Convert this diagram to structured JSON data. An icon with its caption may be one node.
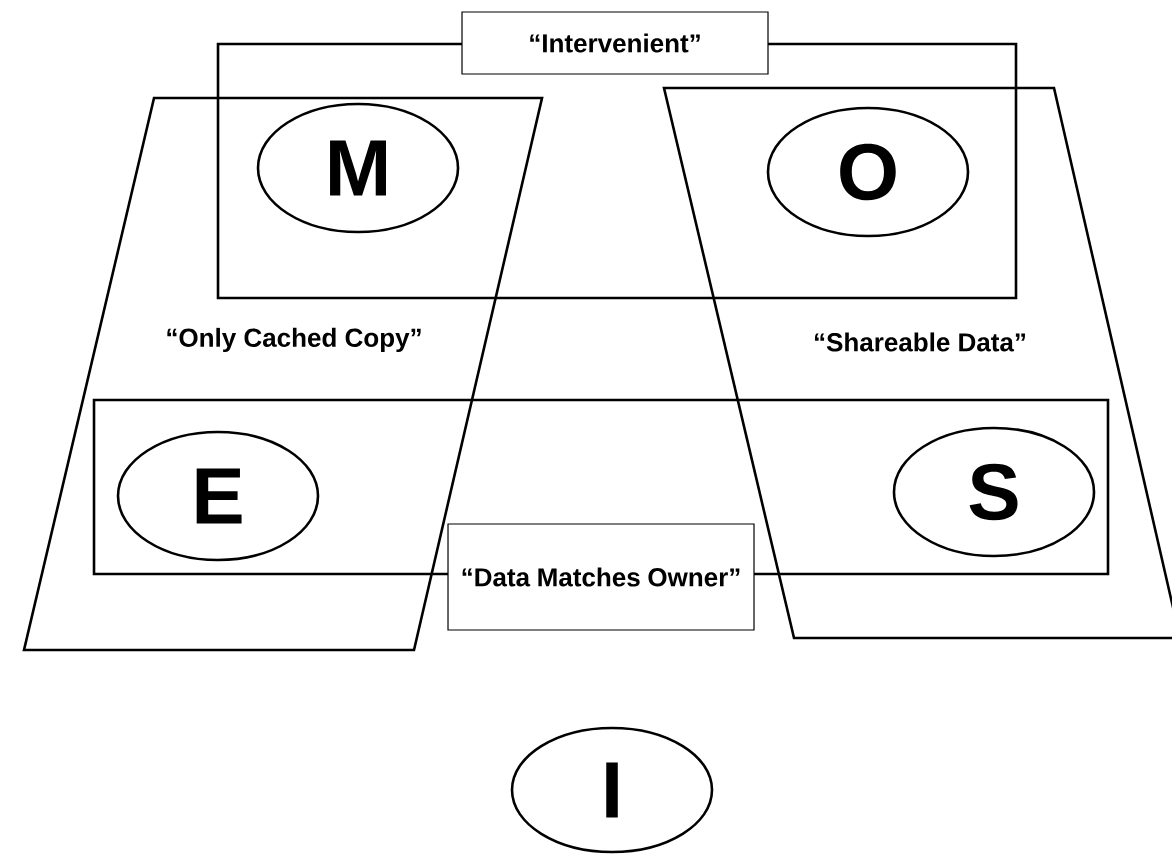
{
  "diagram": {
    "nodes": [
      {
        "text": [
          "“Intervenient”"
        ]
      },
      {
        "text": [
          "“Only Cached Copy”"
        ]
      },
      {
        "text": [
          "“Shareable Data”"
        ]
      },
      {
        "text": [
          "“Data Matches Owner”"
        ]
      },
      {
        "text": [
          "M"
        ]
      },
      {
        "text": [
          "O"
        ]
      },
      {
        "text": [
          "E"
        ]
      },
      {
        "text": [
          "S"
        ]
      },
      {
        "text": [
          "I"
        ]
      }
    ]
  }
}
